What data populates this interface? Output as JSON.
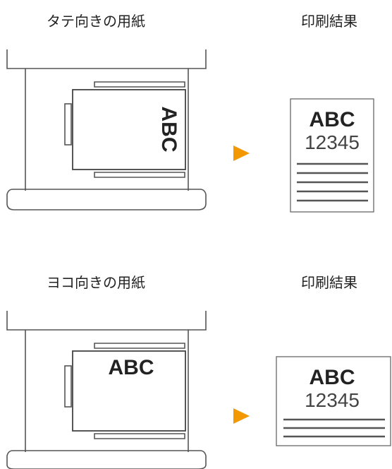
{
  "sections": [
    {
      "paper_label": "タテ向きの用紙",
      "result_label": "印刷結果",
      "paper_text": "ABC",
      "result_text_big": "ABC",
      "result_text_num": "12345"
    },
    {
      "paper_label": "ヨコ向きの用紙",
      "result_label": "印刷結果",
      "paper_text": "ABC",
      "result_text_big": "ABC",
      "result_text_num": "12345"
    }
  ],
  "colors": {
    "arrow": "#f39800",
    "line": "#555555",
    "text": "#222222"
  }
}
